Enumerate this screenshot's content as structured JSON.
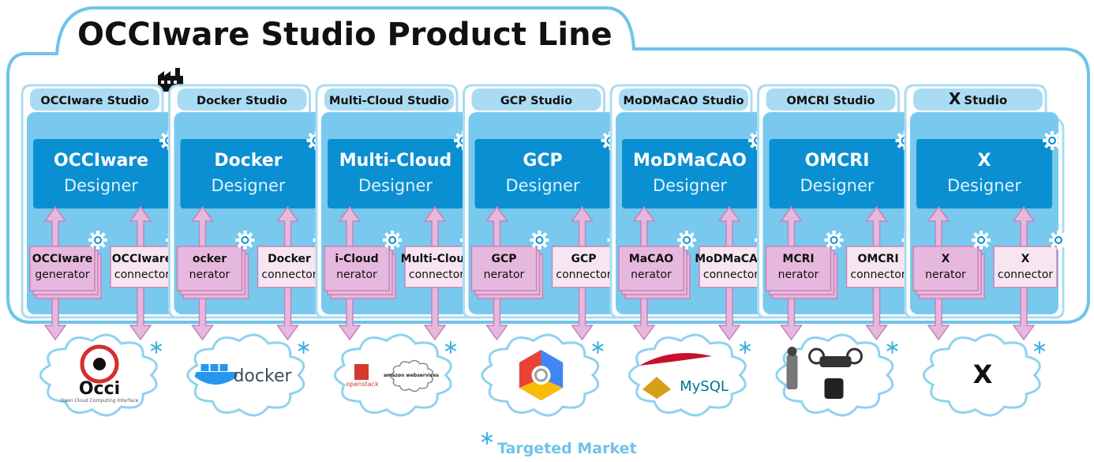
{
  "title": "OCCIware Studio Product Line",
  "footer_label": "Targeted Market",
  "colors": {
    "outline": "#6fc3e8",
    "panel": "#79c9ee",
    "panel_light": "#a9dcf3",
    "designer": "#0a8fd2",
    "arrow_fill": "#e7b8dd",
    "arrow_stroke": "#c583b8",
    "connector_fill": "#f7e6f2",
    "cloud_stroke": "#8fd2ef"
  },
  "studios": [
    {
      "label": "OCCIware Studio",
      "designer_name": "OCCIware",
      "designer_word": "Designer",
      "generator_name": "OCCIware",
      "generator_word": "generator",
      "connector_name": "OCCIware",
      "connector_word": "connector",
      "market_icon": "occi-logo-icon",
      "market_text": "Occi",
      "market_subtext": "Open Cloud Computing Interface"
    },
    {
      "label": "Docker Studio",
      "designer_name": "Docker",
      "designer_word": "Designer",
      "generator_name": "ocker",
      "generator_word": "nerator",
      "connector_name": "Docker",
      "connector_word": "connector",
      "market_icon": "docker-logo-icon",
      "market_text": "docker",
      "market_subtext": ""
    },
    {
      "label": "Multi-Cloud Studio",
      "designer_name": "Multi-Cloud",
      "designer_word": "Designer",
      "generator_name": "i-Cloud",
      "generator_word": "nerator",
      "connector_name": "Multi-Cloud",
      "connector_word": "connector",
      "market_icon": "openstack-amazon-logos-icon",
      "market_text": "openstack",
      "market_subtext": "amazon webservices"
    },
    {
      "label": "GCP Studio",
      "designer_name": "GCP",
      "designer_word": "Designer",
      "generator_name": "GCP",
      "generator_word": "nerator",
      "connector_name": "GCP",
      "connector_word": "connector",
      "market_icon": "google-cloud-logo-icon",
      "market_text": "",
      "market_subtext": ""
    },
    {
      "label": "MoDMaCAO Studio",
      "designer_name": "MoDMaCAO",
      "designer_word": "Designer",
      "generator_name": "MaCAO",
      "generator_word": "nerator",
      "connector_name": "MoDMaCAO",
      "connector_word": "connector",
      "market_icon": "apache-tomcat-mysql-logos-icon",
      "market_text": "MySQL",
      "market_subtext": ""
    },
    {
      "label": "OMCRI Studio",
      "designer_name": "OMCRI",
      "designer_word": "Designer",
      "generator_name": "MCRI",
      "generator_word": "nerator",
      "connector_name": "OMCRI",
      "connector_word": "connector",
      "market_icon": "robots-drone-icon",
      "market_text": "",
      "market_subtext": ""
    },
    {
      "label_prefix": "X",
      "label": "Studio",
      "designer_name": "X",
      "designer_word": "Designer",
      "generator_name": "X",
      "generator_word": "nerator",
      "connector_name": "X",
      "connector_word": "connector",
      "market_icon": "x-placeholder-icon",
      "market_text": "X",
      "market_subtext": ""
    }
  ]
}
